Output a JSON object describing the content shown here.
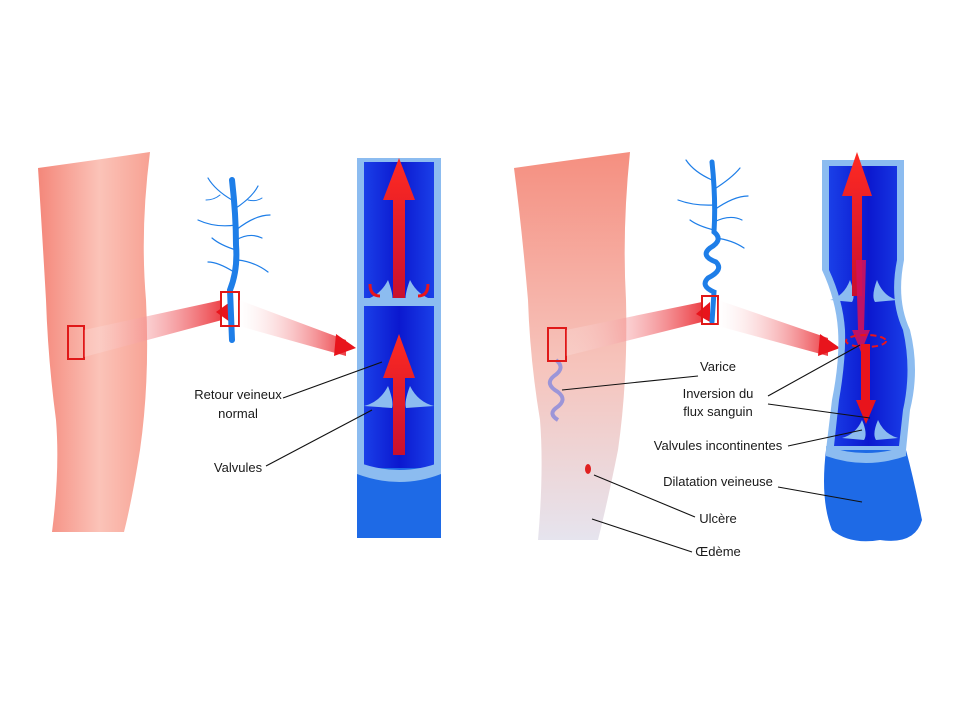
{
  "normal_panel": {
    "labels": {
      "normal_return_line1": "Retour veineux",
      "normal_return_line2": "normal",
      "valves": "Valvules"
    }
  },
  "varicose_panel": {
    "labels": {
      "varicose_vein": "Varice",
      "flow_reversal_line1": "Inversion du",
      "flow_reversal_line2": "flux sanguin",
      "incompetent_valves": "Valvules incontinentes",
      "venous_dilation": "Dilatation veineuse",
      "ulcer": "Ulcère",
      "edema": "Œdème"
    }
  },
  "colors": {
    "skin": "#f28b7c",
    "vein_blue": "#1e5fe0",
    "vein_dark": "#0a1fd6",
    "vein_wall": "#7fb3f0",
    "arrow_red": "#e8141c"
  }
}
